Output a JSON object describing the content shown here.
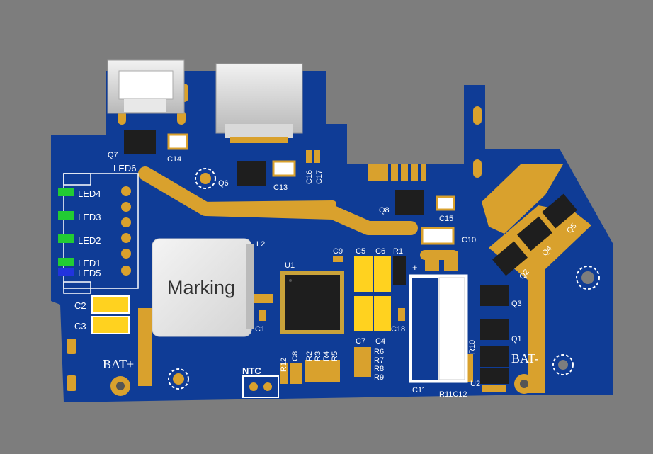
{
  "colors": {
    "background": "#7d7d7d",
    "board": "#0f3c96",
    "copper": "#d9a12d",
    "silkscreen": "#ffffff",
    "ic_body": "#1e1e1e",
    "led_green": "#22cc33",
    "led_blue": "#2233dd"
  },
  "labels": {
    "q7": "Q7",
    "c14": "C14",
    "q6": "Q6",
    "c13": "C13",
    "c16": "C16",
    "c17": "C17",
    "q8": "Q8",
    "c15": "C15",
    "c10": "C10",
    "q5": "Q5",
    "q4": "Q4",
    "q2": "Q2",
    "q3": "Q3",
    "q1": "Q1",
    "led6": "LED6",
    "led4": "LED4",
    "led3": "LED3",
    "led2": "LED2",
    "led1": "LED1",
    "led5": "LED5",
    "l2": "L2",
    "u1": "U1",
    "c9": "C9",
    "c5": "C5",
    "c6": "C6",
    "r1": "R1",
    "c18": "C18",
    "c1": "C1",
    "c2": "C2",
    "c3": "C3",
    "c7": "C7",
    "c4": "C4",
    "r6": "R6",
    "r7": "R7",
    "r8": "R8",
    "r9": "R9",
    "r12": "R12",
    "c8": "C8",
    "r2": "R2",
    "r3": "R3",
    "r4": "R4",
    "r5": "R5",
    "c11": "C11",
    "r10": "R10",
    "r11c12": "R11C12",
    "u2": "U2",
    "plus": "+",
    "bat_plus": "BAT+",
    "bat_minus": "BAT-",
    "ntc": "NTC"
  },
  "inductor_marking": "Marking"
}
